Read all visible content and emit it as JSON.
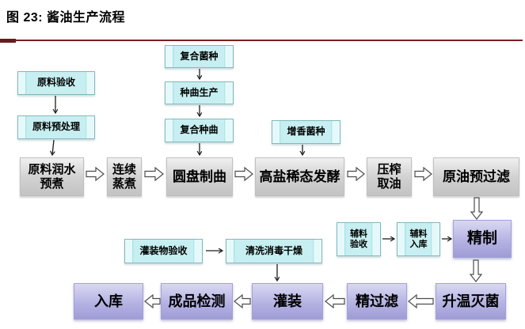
{
  "page": {
    "title": "图 23: 酱油生产流程"
  },
  "colors": {
    "title_rule": "#7a2023",
    "cyan_box_fill": "#c7eff1",
    "cyan_box_border": "#82b8bc",
    "gray_box_fill": "#d2d2d2",
    "purple_box_top": "#d9d8f1",
    "purple_box_bottom": "#9f9cd6",
    "text": "#000000"
  },
  "nodes": {
    "compound_strain": {
      "label": "复合菌种"
    },
    "seed_koji_prod": {
      "label": "种曲生产"
    },
    "compound_seed_koji": {
      "label": "复合种曲"
    },
    "raw_accept": {
      "label": "原料验收"
    },
    "raw_pretreat": {
      "label": "原料预处理"
    },
    "aroma_strain": {
      "label": "增香菌种"
    },
    "soak_precook": {
      "label": "原料润水\n预煮"
    },
    "cont_steam": {
      "label": "连续\n蒸煮"
    },
    "disc_koji": {
      "label": "圆盘制曲"
    },
    "ferment": {
      "label": "高盐稀态发酵"
    },
    "press_oil": {
      "label": "压榨\n取油"
    },
    "crude_prefilter": {
      "label": "原油预过滤"
    },
    "aux_accept": {
      "label": "辅料\n验收"
    },
    "aux_storage": {
      "label": "辅料\n入库"
    },
    "refine": {
      "label": "精制"
    },
    "filling_accept": {
      "label": "灌装物验收"
    },
    "clean_dry": {
      "label": "清洗消毒干燥"
    },
    "heat_sterilize": {
      "label": "升温灭菌"
    },
    "fine_filter": {
      "label": "精过滤"
    },
    "filling": {
      "label": "灌装"
    },
    "product_test": {
      "label": "成品检测"
    },
    "storage": {
      "label": "入库"
    }
  }
}
